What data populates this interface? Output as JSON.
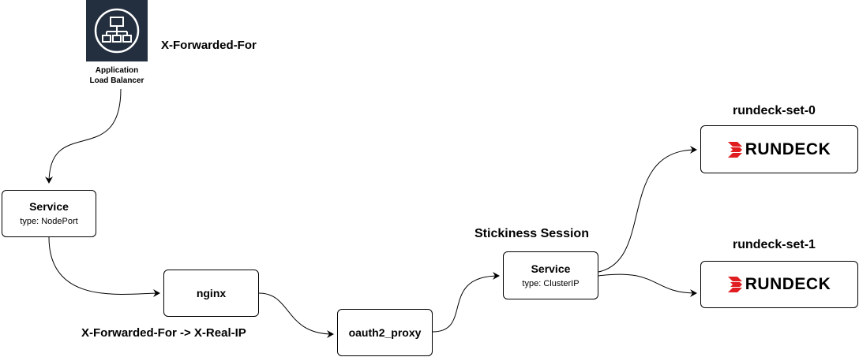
{
  "alb": {
    "icon": "load-balancer-icon",
    "caption_line1": "Application",
    "caption_line2": "Load Balancer",
    "header_label": "X-Forwarded-For",
    "icon_bg": "#232f3e"
  },
  "nodes": {
    "service_nodeport": {
      "title": "Service",
      "subtitle": "type: NodePort"
    },
    "nginx": {
      "title": "nginx"
    },
    "oauth2_proxy": {
      "title": "oauth2_proxy"
    },
    "service_clusterip": {
      "title": "Service",
      "subtitle": "type: ClusterIP"
    },
    "rundeck_set_0": {
      "label": "rundeck-set-0",
      "logo_text": "RUNDECK"
    },
    "rundeck_set_1": {
      "label": "rundeck-set-1",
      "logo_text": "RUNDECK"
    }
  },
  "annotations": {
    "header_rewrite": "X-Forwarded-For -> X-Real-IP",
    "stickiness": "Stickiness Session"
  },
  "colors": {
    "rundeck_red": "#e01e22",
    "stroke": "#000000"
  }
}
